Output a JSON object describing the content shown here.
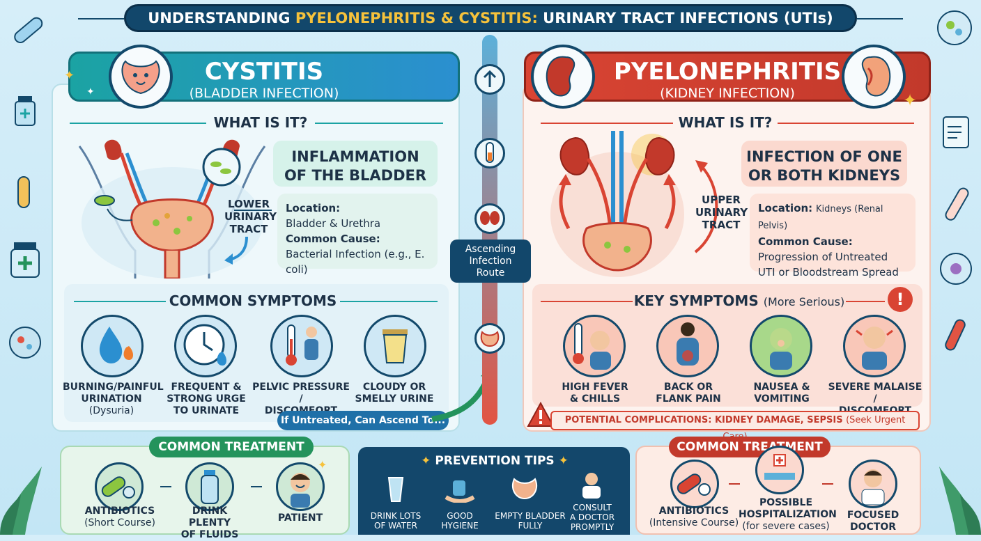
{
  "title": {
    "prefix": "UNDERSTANDING ",
    "highlight": "PYELONEPHRITIS & CYSTITIS:",
    "suffix": " URINARY TRACT INFECTIONS (UTIs)"
  },
  "cystitis": {
    "name": "CYSTITIS",
    "subtitle": "(BLADDER INFECTION)",
    "what_is_it": "WHAT IS IT?",
    "definition_line1": "INFLAMMATION",
    "definition_line2": "OF THE BLADDER",
    "tract_label": [
      "LOWER",
      "URINARY",
      "TRACT"
    ],
    "location_label": "Location:",
    "location_value": "Bladder & Urethra",
    "cause_label": "Common Cause:",
    "cause_value": "Bacterial Infection (e.g., E. coli)",
    "symptoms_heading": "COMMON SYMPTOMS",
    "symptoms": [
      {
        "line1": "BURNING/PAINFUL",
        "line2": "URINATION",
        "line3": "(Dysuria)"
      },
      {
        "line1": "FREQUENT &",
        "line2": "STRONG URGE",
        "line3": "TO URINATE"
      },
      {
        "line1": "PELVIC PRESSURE /",
        "line2": "DISCOMFORT",
        "line3": ""
      },
      {
        "line1": "CLOUDY OR",
        "line2": "SMELLY URINE",
        "line3": ""
      }
    ],
    "untreated": "If Untreated, Can Ascend To...",
    "treatment_heading": "COMMON TREATMENT",
    "treatments": [
      {
        "line1": "ANTIBIOTICS",
        "line2": "(Short Course)"
      },
      {
        "line1": "DRINK PLENTY",
        "line2": "OF FLUIDS"
      },
      {
        "line1": "PATIENT",
        "line2": ""
      }
    ]
  },
  "pyelonephritis": {
    "name": "PYELONEPHRITIS",
    "subtitle": "(KIDNEY INFECTION)",
    "what_is_it": "WHAT IS IT?",
    "definition_line1": "INFECTION OF ONE",
    "definition_line2": "OR BOTH KIDNEYS",
    "tract_label": [
      "UPPER",
      "URINARY",
      "TRACT"
    ],
    "location_label": "Location:",
    "location_value": "Kidneys (Renal Pelvis)",
    "cause_label": "Common Cause:",
    "cause_value_line1": "Progression of Untreated",
    "cause_value_line2": "UTI or Bloodstream Spread",
    "symptoms_heading": "KEY SYMPTOMS",
    "symptoms_heading_note": "(More Serious)",
    "symptoms": [
      {
        "line1": "HIGH FEVER",
        "line2": "& CHILLS"
      },
      {
        "line1": "BACK OR",
        "line2": "FLANK PAIN"
      },
      {
        "line1": "NAUSEA &",
        "line2": "VOMITING"
      },
      {
        "line1": "SEVERE MALAISE /",
        "line2": "DISCOMFORT"
      }
    ],
    "complications": "POTENTIAL COMPLICATIONS: KIDNEY DAMAGE, SEPSIS",
    "complications_note": "(Seek Urgent Care)",
    "treatment_heading": "COMMON TREATMENT",
    "treatments": [
      {
        "line1": "ANTIBIOTICS",
        "line2": "(Intensive Course)",
        "line3": ""
      },
      {
        "line1": "POSSIBLE",
        "line2": "HOSPITALIZATION",
        "line3": "(for severe cases)"
      },
      {
        "line1": "FOCUSED",
        "line2": "DOCTOR",
        "line3": ""
      }
    ]
  },
  "center": {
    "route_line1": "Ascending",
    "route_line2": "Infection",
    "route_line3": "Route",
    "prevention_heading": "PREVENTION TIPS",
    "prevention": [
      {
        "line1": "DRINK LOTS",
        "line2": "OF WATER",
        "line3": ""
      },
      {
        "line1": "GOOD",
        "line2": "HYGIENE",
        "line3": ""
      },
      {
        "line1": "EMPTY BLADDER",
        "line2": "FULLY",
        "line3": ""
      },
      {
        "line1": "CONSULT",
        "line2": "A DOCTOR",
        "line3": "PROMPTLY"
      }
    ]
  },
  "colors": {
    "cystitis": "#1ba3a3",
    "pyelonephritis": "#d94433",
    "navy": "#12476b",
    "gold": "#f6c23b",
    "green": "#24935c"
  }
}
